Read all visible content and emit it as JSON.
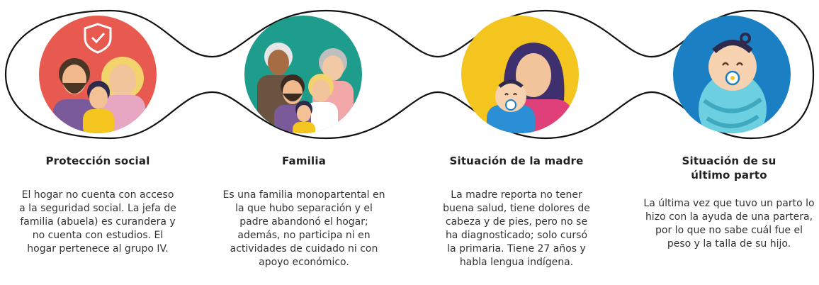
{
  "items": [
    {
      "title": "Protección social",
      "text": "El hogar no cuenta con acceso a la seguridad social. La jefa de familia (abuela) es curandera y no cuenta con estudios. El hogar pertenece al grupo IV.",
      "icon": "family-protection-shield-icon",
      "color": "#e85a4f"
    },
    {
      "title": "Familia",
      "text": "Es una familia monopartental en la que hubo separación y el padre abandonó el hogar; además, no participa ni en actividades de cuidado ni con apoyo económico.",
      "icon": "extended-family-icon",
      "color": "#1f9d8c"
    },
    {
      "title": "Situación de la madre",
      "text": "La madre reporta no tener buena salud, tiene dolores de cabeza y de pies, pero no se ha diagnosticado; solo cursó la primaria. Tiene 27 años y habla lengua indígena.",
      "icon": "mother-with-baby-icon",
      "color": "#f5c51f"
    },
    {
      "title": "Situación de su último parto",
      "text": "La última vez que tuvo un parto lo hizo con la ayuda de una partera, por lo que no sabe cuál fue el peso y la talla de su hijo.",
      "icon": "swaddled-baby-icon",
      "color": "#1a7fc3"
    }
  ]
}
